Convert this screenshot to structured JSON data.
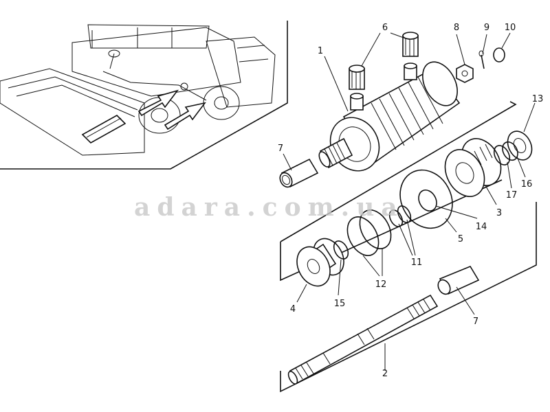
{
  "watermark": "adara.com.ua",
  "callouts": {
    "p1": "1",
    "p2": "2",
    "p3": "3",
    "p4": "4",
    "p5": "5",
    "p6": "6",
    "p7a": "7",
    "p7b": "7",
    "p8": "8",
    "p9": "9",
    "p10": "10",
    "p11": "11",
    "p12": "12",
    "p13": "13",
    "p14": "14",
    "p15": "15",
    "p16": "16",
    "p17": "17"
  }
}
